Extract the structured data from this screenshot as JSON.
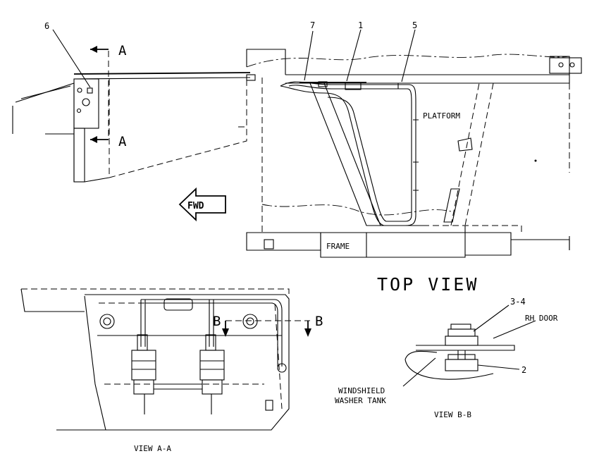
{
  "callouts": {
    "c1": "1",
    "c2": "2",
    "c3_4": "3-4",
    "c5": "5",
    "c6": "6",
    "c7": "7"
  },
  "labels": {
    "platform": "PLATFORM",
    "frame": "FRAME",
    "fwd": "FWD",
    "top_view": "TOP VIEW",
    "rh_door": "RH DOOR",
    "windshield": "WINDSHIELD",
    "washer_tank": "WASHER TANK",
    "view_aa": "VIEW A-A",
    "view_bb": "VIEW B-B"
  },
  "section_marks": {
    "a_top": "A",
    "a_bottom": "A",
    "b_left": "B",
    "b_right": "B"
  }
}
